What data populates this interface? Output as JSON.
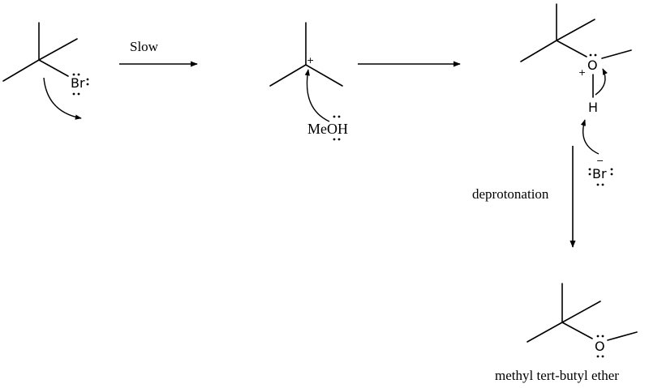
{
  "step_labels": {
    "slow": "Slow",
    "deprotonation": "deprotonation"
  },
  "atoms": {
    "br_leaving": "Br",
    "carbocation_charge": "+",
    "methanol": "MeOH",
    "oxonium_o": "O",
    "oxonium_charge": "+",
    "oxonium_h": "H",
    "bromide": "Br",
    "bromide_charge": "−",
    "ether_o": "O"
  },
  "product_name": "methyl tert-butyl ether"
}
